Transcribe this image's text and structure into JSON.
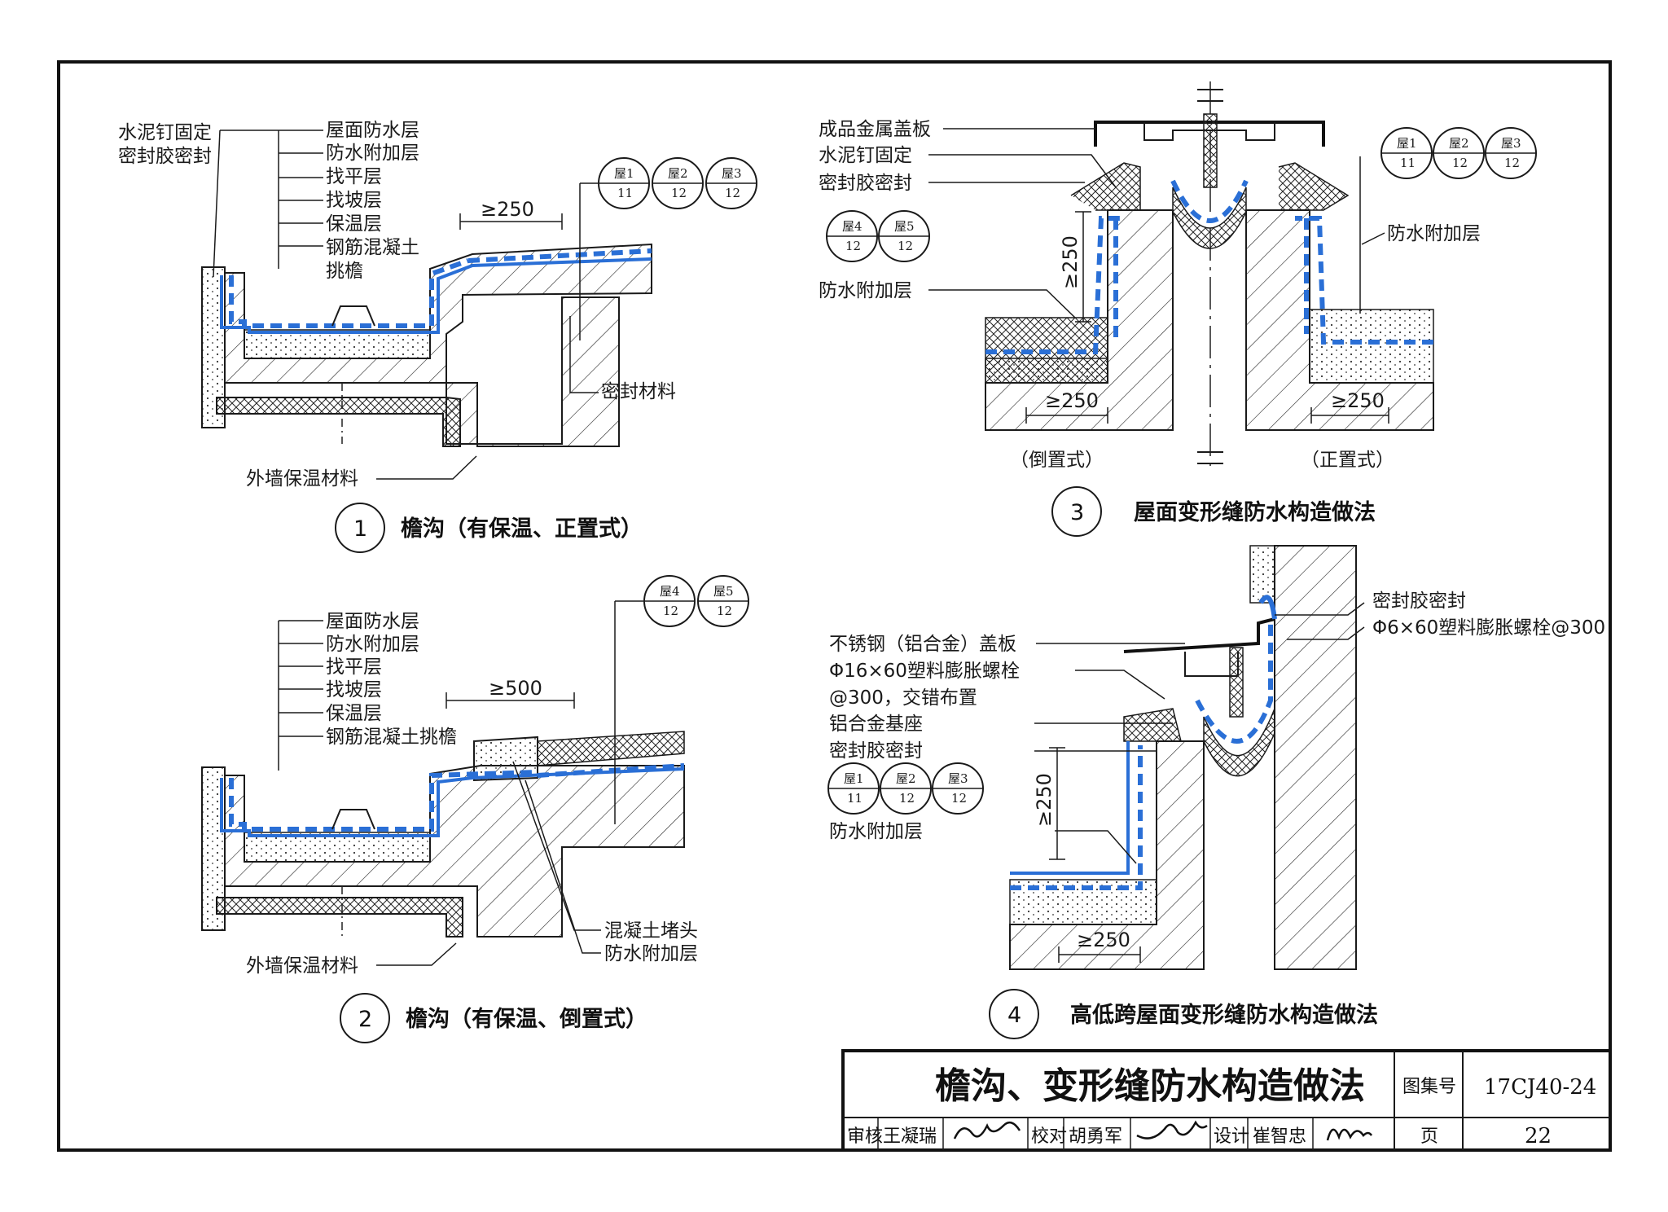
{
  "detail1": {
    "callout_left": [
      "水泥钉固定",
      "密封胶密封"
    ],
    "layers": [
      "屋面防水层",
      "防水附加层",
      "找平层",
      "找坡层",
      "保温层",
      "钢筋混凝土",
      "挑檐"
    ],
    "dim": "≥250",
    "sealant": "密封材料",
    "wall_insulation": "外墙保温材料",
    "refs": [
      {
        "top": "屋1",
        "bottom": "11"
      },
      {
        "top": "屋2",
        "bottom": "12"
      },
      {
        "top": "屋3",
        "bottom": "12"
      }
    ],
    "number": "1",
    "caption": "檐沟（有保温、正置式）"
  },
  "detail2": {
    "layers": [
      "屋面防水层",
      "防水附加层",
      "找平层",
      "找坡层",
      "保温层",
      "钢筋混凝土挑檐"
    ],
    "dim": "≥500",
    "endcap": "混凝土堵头",
    "additional": "防水附加层",
    "wall_insulation": "外墙保温材料",
    "refs": [
      {
        "top": "屋4",
        "bottom": "12"
      },
      {
        "top": "屋5",
        "bottom": "12"
      }
    ],
    "number": "2",
    "caption": "檐沟（有保温、倒置式）"
  },
  "detail3": {
    "labels": [
      "成品金属盖板",
      "水泥钉固定",
      "密封胶密封"
    ],
    "refs_left": [
      {
        "top": "屋4",
        "bottom": "12"
      },
      {
        "top": "屋5",
        "bottom": "12"
      }
    ],
    "refs_right": [
      {
        "top": "屋1",
        "bottom": "11"
      },
      {
        "top": "屋2",
        "bottom": "12"
      },
      {
        "top": "屋3",
        "bottom": "12"
      }
    ],
    "additional_left": "防水附加层",
    "additional_right": "防水附加层",
    "dim_vertical": "≥250",
    "dim_left": "≥250",
    "dim_right": "≥250",
    "sub_left": "（倒置式）",
    "sub_right": "（正置式）",
    "number": "3",
    "caption": "屋面变形缝防水构造做法"
  },
  "detail4": {
    "labels": [
      "不锈钢（铝合金）盖板",
      "Φ16×60塑料膨胀螺栓",
      "@300，交错布置",
      "铝合金基座",
      "密封胶密封"
    ],
    "right_labels": [
      "密封胶密封",
      "Φ6×60塑料膨胀螺栓@300"
    ],
    "refs": [
      {
        "top": "屋1",
        "bottom": "11"
      },
      {
        "top": "屋2",
        "bottom": "12"
      },
      {
        "top": "屋3",
        "bottom": "12"
      }
    ],
    "additional": "防水附加层",
    "dim_vertical": "≥250",
    "dim_horizontal": "≥250",
    "number": "4",
    "caption": "高低跨屋面变形缝防水构造做法"
  },
  "title_block": {
    "title": "檐沟、变形缝防水构造做法",
    "atlas_label": "图集号",
    "atlas_no": "17CJ40-24",
    "review_label": "审核",
    "reviewer": "王凝瑞",
    "check_label": "校对",
    "checker": "胡勇军",
    "design_label": "设计",
    "designer": "崔智忠",
    "page_label": "页",
    "page_no": "22"
  },
  "colors": {
    "membrane": "#2a6fd6",
    "line": "#1a1a1a"
  }
}
